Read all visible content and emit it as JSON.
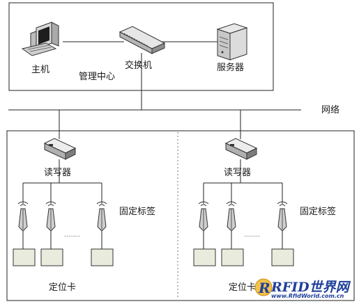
{
  "labels": {
    "host": "主机",
    "management_center": "管理中心",
    "switch": "交换机",
    "server": "服务器",
    "network": "网络",
    "reader": "读写器",
    "fixed_tag": "固定标签",
    "positioning_card": "定位卡",
    "ellipsis": "........"
  },
  "watermark": {
    "brand": "RFID世界网",
    "url": "www.RfidWorld.com.cn"
  },
  "colors": {
    "line": "#222222",
    "card_fill": "#e9ecdc",
    "watermark": "#1f3f9a"
  }
}
